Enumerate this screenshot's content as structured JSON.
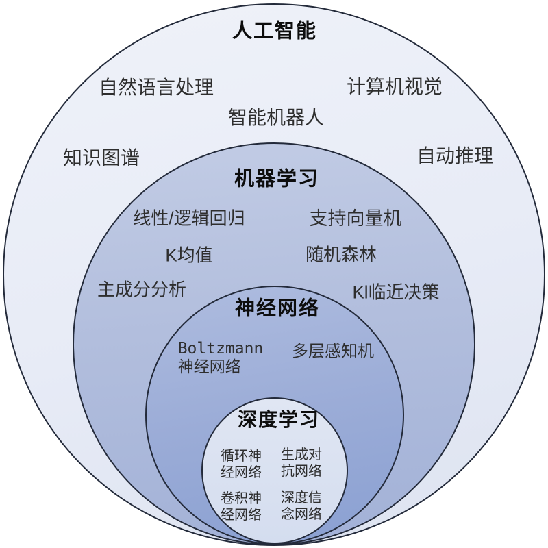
{
  "colors": {
    "background": "#ffffff",
    "outline": "#232a3a",
    "ai_fill": "#e7ebf6",
    "ml_fill": "#b2bedd",
    "nn_fill": "#9bacd7",
    "dl_fill": "#dae1f1",
    "title_text": "#0d0d0d",
    "label_text": "#2e2e2e"
  },
  "diagram": {
    "ai": {
      "title": "人工智能",
      "items": {
        "nlp": "自然语言处理",
        "cv": "计算机视觉",
        "robot": "智能机器人",
        "kg": "知识图谱",
        "reasoning": "自动推理"
      }
    },
    "ml": {
      "title": "机器学习",
      "items": {
        "linreg": "线性/逻辑回归",
        "svm": "支持向量机",
        "kmeans": "K均值",
        "rf": "随机森林",
        "pca": "主成分分析",
        "knn": "Kl临近决策"
      }
    },
    "nn": {
      "title": "神经网络",
      "items": {
        "boltzmann": "Boltzmann\n神经网络",
        "mlp": "多层感知机"
      }
    },
    "dl": {
      "title": "深度学习",
      "items": {
        "rnn": "循环神\n经网络",
        "gan": "生成对\n抗网络",
        "cnn": "卷积神\n经网络",
        "dbn": "深度信\n念网络"
      }
    }
  }
}
